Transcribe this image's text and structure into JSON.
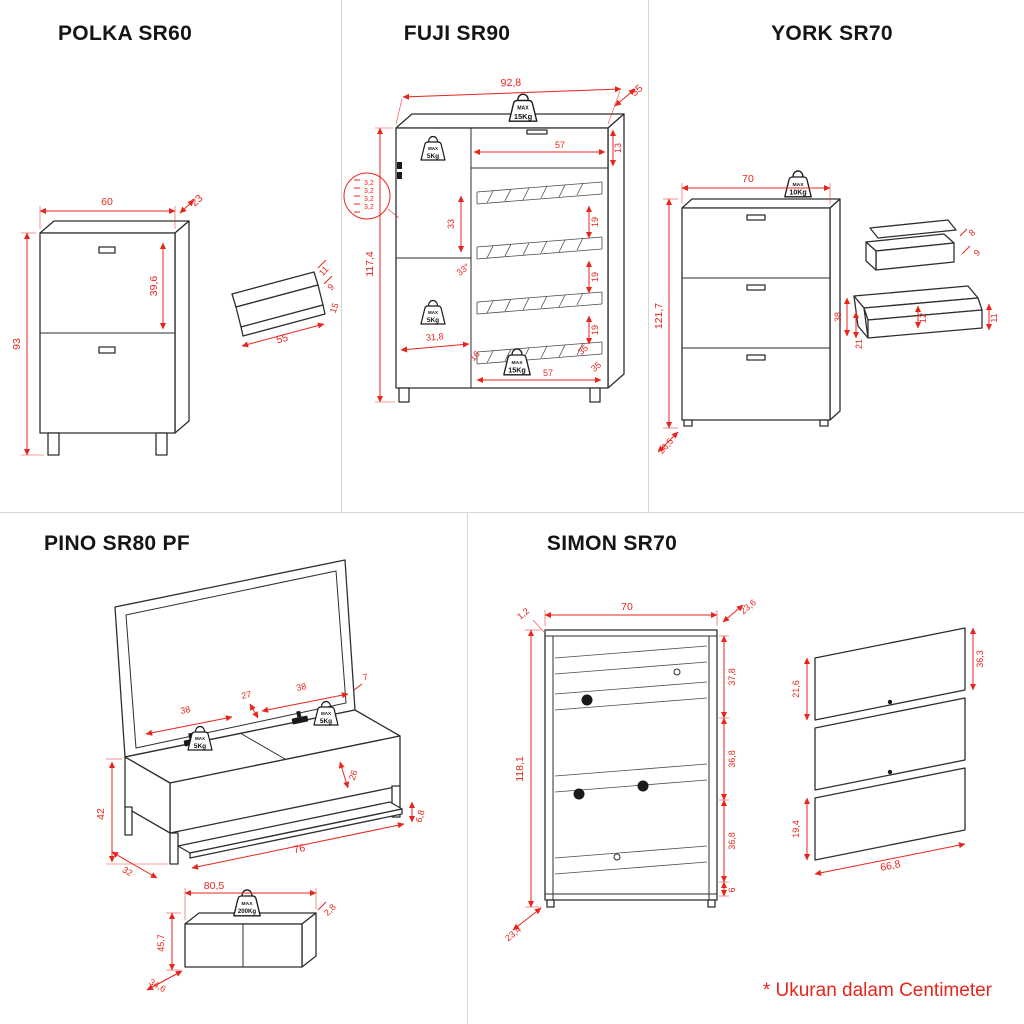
{
  "page": {
    "footer_note": "* Ukuran dalam Centimeter",
    "colors": {
      "dimension_red": "#e8251c",
      "line_dark": "#2e2e2e",
      "divider_gray": "#d6d6d6"
    }
  },
  "polka": {
    "title": "POLKA SR60",
    "width": "60",
    "depth": "23",
    "height": "93",
    "inner_height": "39,6",
    "tray_width": "55",
    "tray_d1": "11",
    "tray_d2": "9",
    "tray_d3": "15"
  },
  "fuji": {
    "title": "FUJI SR90",
    "width": "92,8",
    "depth": "35",
    "height": "117,4",
    "drawer_width": "57",
    "drawer_height": "13",
    "gap1": "3,2",
    "gap2": "3,2",
    "gap3": "3,2",
    "gap4": "3,2",
    "left_gap": "33",
    "shelf_angle": "33°",
    "space1": "19",
    "space2": "19",
    "space3": "19",
    "bottom_left": "31,8",
    "bottom_small": "16",
    "bottom_width": "57",
    "depth_a": "35",
    "depth_b": "35",
    "weight_top": {
      "max": "MAX",
      "kg": "15Kg"
    },
    "weight_left": {
      "max": "MAX",
      "kg": "5Kg"
    },
    "weight_mid": {
      "max": "MAX",
      "kg": "5Kg"
    },
    "weight_bottom": {
      "max": "MAX",
      "kg": "15Kg"
    }
  },
  "york": {
    "title": "YORK SR70",
    "width": "70",
    "height": "121,7",
    "depth": "26,5",
    "weight_top": {
      "max": "MAX",
      "kg": "10Kg"
    },
    "small_a": "8",
    "small_b": "9",
    "large_a": "38",
    "large_b": "21",
    "large_c": "12",
    "large_d": "11"
  },
  "pino": {
    "title": "PINO SR80 PF",
    "height": "42",
    "comp_left": "38",
    "comp_mid": "27",
    "comp_right": "38",
    "lid_thickness": "7",
    "shelf_depth": "26",
    "shelf_width": "76",
    "gap": "6,8",
    "depth": "32",
    "weight_left": {
      "max": "MAX",
      "kg": "5Kg"
    },
    "weight_right": {
      "max": "MAX",
      "kg": "5Kg"
    },
    "bench": {
      "width": "80,5",
      "height": "45,7",
      "depth": "34,6",
      "top": "2,8",
      "weight": {
        "max": "MAX",
        "kg": "200Kg"
      }
    }
  },
  "simon": {
    "title": "SIMON SR70",
    "width": "70",
    "depth": "23,6",
    "top_thickness": "1,2",
    "height": "118,1",
    "sec1": "37,8",
    "sec2": "36,8",
    "sec3": "36,8",
    "sec4": "6",
    "base_depth": "23,4",
    "panel_a": "21,6",
    "panel_b": "36,3",
    "panel_c": "19,4",
    "panel_w": "66,8"
  }
}
